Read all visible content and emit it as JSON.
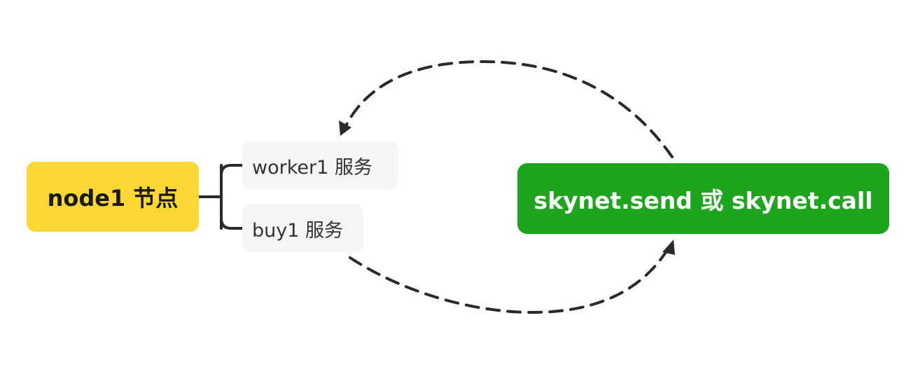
{
  "root": {
    "label": "node1 节点"
  },
  "children": [
    {
      "label": "worker1 服务"
    },
    {
      "label": "buy1 服务"
    }
  ],
  "call": {
    "label": "skynet.send 或 skynet.call"
  },
  "colors": {
    "root_fill": "#fdd835",
    "child_fill": "#f5f5f5",
    "call_fill": "#1ea51e",
    "line": "#2a2a2a"
  }
}
